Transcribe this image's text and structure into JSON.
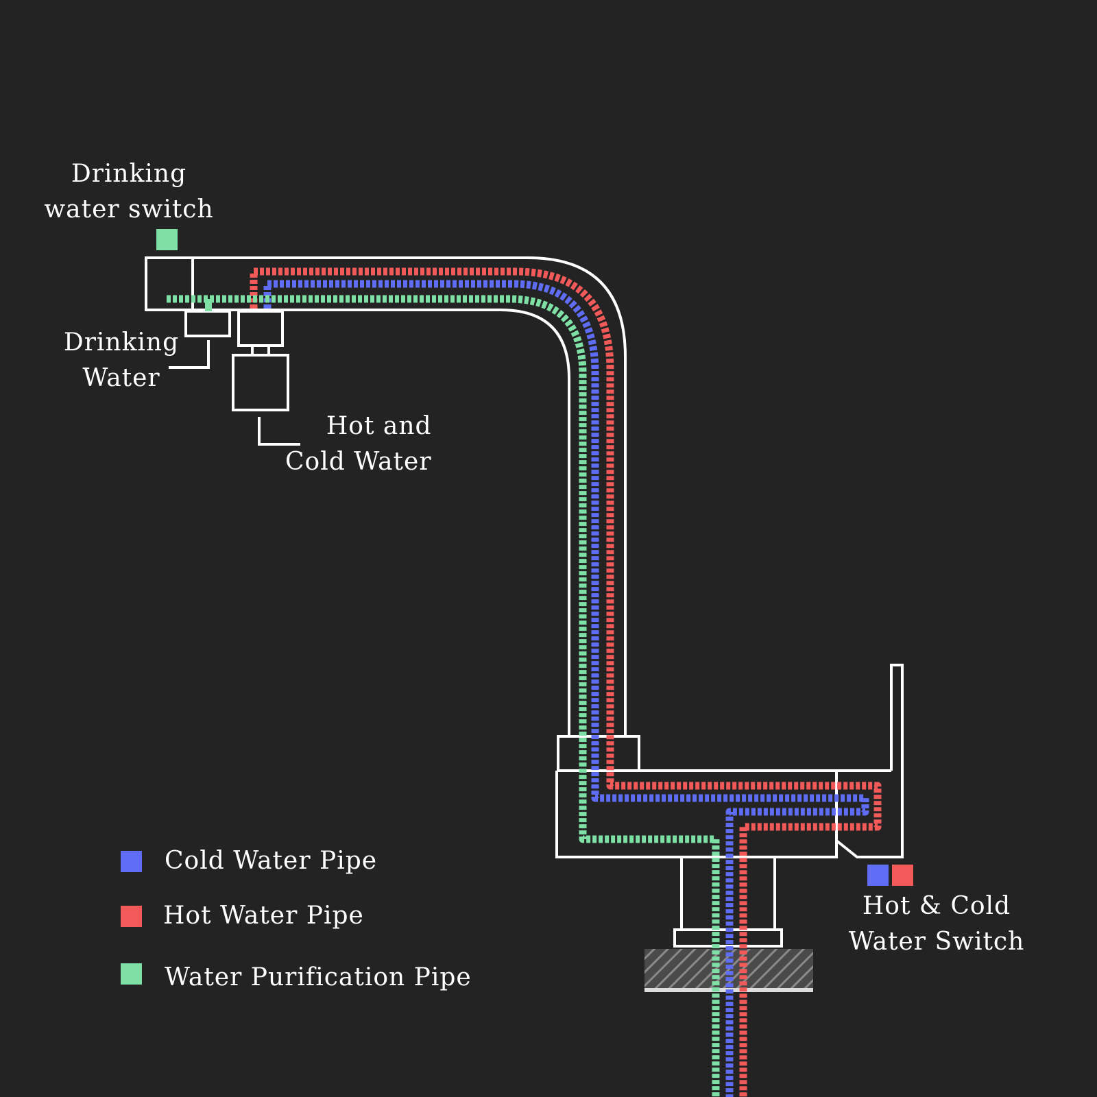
{
  "colors": {
    "background": "#232323",
    "outline": "#ffffff",
    "cold": "#5f6df5",
    "hot": "#f25a5a",
    "purified": "#7fe0a6",
    "hatch": "#6a6a6a"
  },
  "labels": {
    "drinking_switch": "Drinking\nwater switch",
    "drinking_water": "Drinking\nWater",
    "hot_cold_water": "Hot and\nCold Water",
    "hot_cold_switch": "Hot & Cold\nWater Switch"
  },
  "legend": [
    {
      "label": "Cold Water Pipe",
      "color": "#5f6df5"
    },
    {
      "label": "Hot Water Pipe",
      "color": "#f25a5a"
    },
    {
      "label": "Water Purification Pipe",
      "color": "#7fe0a6"
    }
  ]
}
